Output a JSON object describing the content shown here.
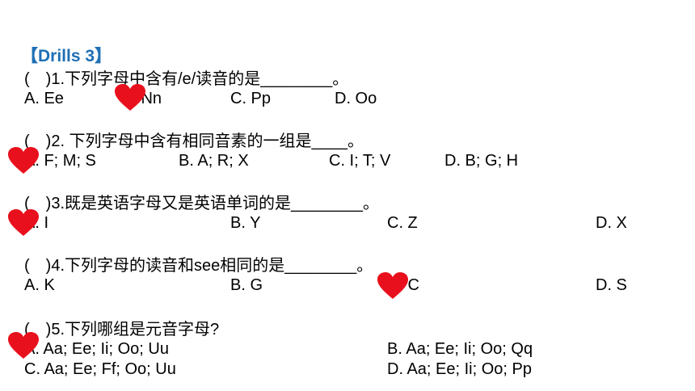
{
  "title": "【Drills 3】",
  "heart_color": "#e8101c",
  "questions": [
    {
      "stem": "(　)1.下列字母中含有/e/读音的是________。",
      "options": [
        "A. Ee",
        "B. Nn",
        "C. Pp",
        "D. Oo"
      ]
    },
    {
      "stem": "(　)2. 下列字母中含有相同音素的一组是____。",
      "options": [
        "A. F; M; S",
        "B. A; R; X",
        "C. I; T; V",
        "D. B; G; H"
      ]
    },
    {
      "stem": "(　)3.既是英语字母又是英语单词的是________。",
      "options": [
        "A. I",
        "B. Y",
        "C. Z",
        "D. X"
      ]
    },
    {
      "stem": "(　)4.下列字母的读音和see相同的是________。",
      "options": [
        "A. K",
        "B. G",
        "C. C",
        "D. S"
      ]
    },
    {
      "stem": "(　)5.下列哪组是元音字母?",
      "options": [
        "A. Aa; Ee; Ii; Oo; Uu",
        "B. Aa; Ee; Ii; Oo; Qq",
        "C. Aa; Ee; Ff; Oo; Uu",
        "D. Aa; Ee; Ii; Oo; Pp"
      ]
    }
  ],
  "answer_marks": [
    {
      "question": 1,
      "icon": "heart-icon"
    },
    {
      "question": 2,
      "icon": "heart-icon"
    },
    {
      "question": 3,
      "icon": "heart-icon"
    },
    {
      "question": 4,
      "icon": "heart-icon"
    },
    {
      "question": 5,
      "icon": "heart-icon"
    }
  ]
}
